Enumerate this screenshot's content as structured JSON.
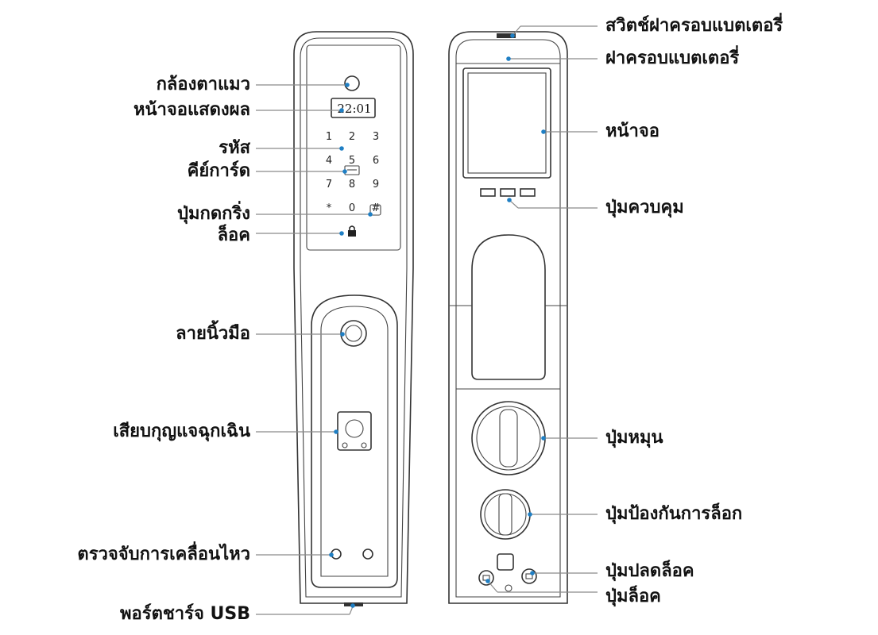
{
  "display_time": "22:01",
  "keypad": [
    "1",
    "2",
    "3",
    "4",
    "5",
    "6",
    "7",
    "8",
    "9",
    "*",
    "0",
    "#"
  ],
  "front_labels": {
    "peephole": "กล้องตาแมว",
    "display": "หน้าจอแสดงผล",
    "passcode": "รหัส",
    "keycard": "คีย์การ์ด",
    "doorbell": "ปุ่มกดกริ่ง",
    "lock": "ล็อค",
    "fingerprint": "ลายนิ้วมือ",
    "emergency_key": "เสียบกุญแจฉุกเฉิน",
    "motion_sensor": "ตรวจจับการเคลื่อนไหว",
    "usb_port": "พอร์ตชาร์จ USB"
  },
  "back_labels": {
    "battery_switch": "สวิตช์ฝาครอบแบตเตอรี่",
    "battery_cover": "ฝาครอบแบตเตอรี่",
    "screen": "หน้าจอ",
    "control_buttons": "ปุ่มควบคุม",
    "knob": "ปุ่มหมุน",
    "anti_lock_button": "ปุ่มป้องกันการล็อก",
    "unlock_button": "ปุ่มปลดล็อค",
    "lock_button": "ปุ่มล็อค"
  },
  "colors": {
    "marker": "#1f7fc4",
    "line": "#333333",
    "leader": "#8a8a8a"
  }
}
